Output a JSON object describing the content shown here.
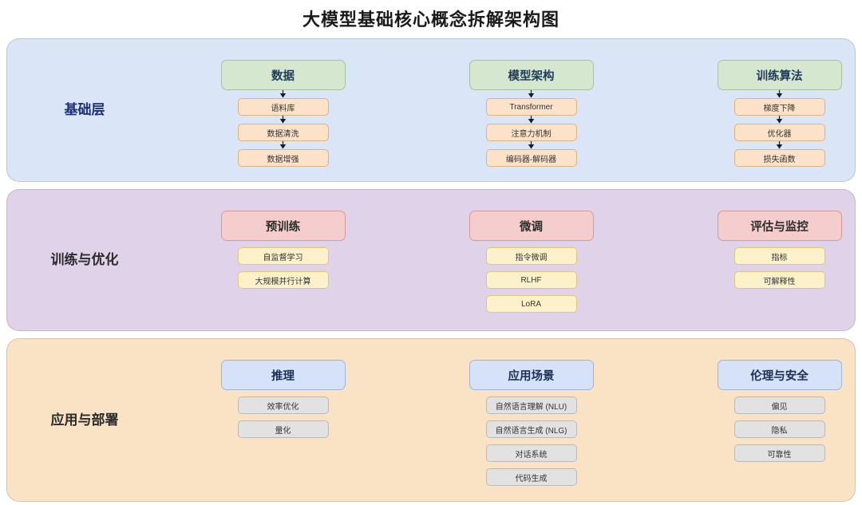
{
  "title": "大模型基础核心概念拆解架构图",
  "layers": [
    {
      "label": "基础层",
      "panel_color": "#dae5f7",
      "header_style": "hdr-green",
      "item_style": "sub-peach",
      "arrows": true,
      "columns": [
        {
          "header": "数据",
          "items": [
            "语料库",
            "数据清洗",
            "数据增强"
          ]
        },
        {
          "header": "模型架构",
          "items": [
            "Transformer",
            "注意力机制",
            "编码器-解码器"
          ]
        },
        {
          "header": "训练算法",
          "items": [
            "梯度下降",
            "优化器",
            "损失函数"
          ]
        }
      ]
    },
    {
      "label": "训练与优化",
      "panel_color": "#e0d2e8",
      "header_style": "hdr-pink",
      "item_style": "sub-yellow",
      "arrows": false,
      "columns": [
        {
          "header": "预训练",
          "items": [
            "自监督学习",
            "大规模并行计算"
          ]
        },
        {
          "header": "微调",
          "items": [
            "指令微调",
            "RLHF",
            "LoRA"
          ]
        },
        {
          "header": "评估与监控",
          "items": [
            "指标",
            "可解释性"
          ]
        }
      ]
    },
    {
      "label": "应用与部署",
      "panel_color": "#fae2c4",
      "header_style": "hdr-blue",
      "item_style": "sub-gray",
      "arrows": false,
      "columns": [
        {
          "header": "推理",
          "items": [
            "效率优化",
            "量化"
          ]
        },
        {
          "header": "应用场景",
          "items": [
            "自然语言理解 (NLU)",
            "自然语言生成 (NLG)",
            "对话系统",
            "代码生成"
          ]
        },
        {
          "header": "伦理与安全",
          "items": [
            "偏见",
            "隐私",
            "可靠性"
          ]
        }
      ]
    }
  ],
  "colors": {
    "title_text": "#1a1a1a",
    "layer1_bg": "#dae5f7",
    "layer2_bg": "#e0d2e8",
    "layer3_bg": "#fae2c4",
    "header_green": "#d6e7cf",
    "header_pink": "#f5cdcd",
    "header_blue": "#d6e2f7",
    "item_peach": "#fbe2c8",
    "item_yellow": "#fcf1ca",
    "item_gray": "#e2e2e2",
    "arrow": "#1a1a2e"
  }
}
